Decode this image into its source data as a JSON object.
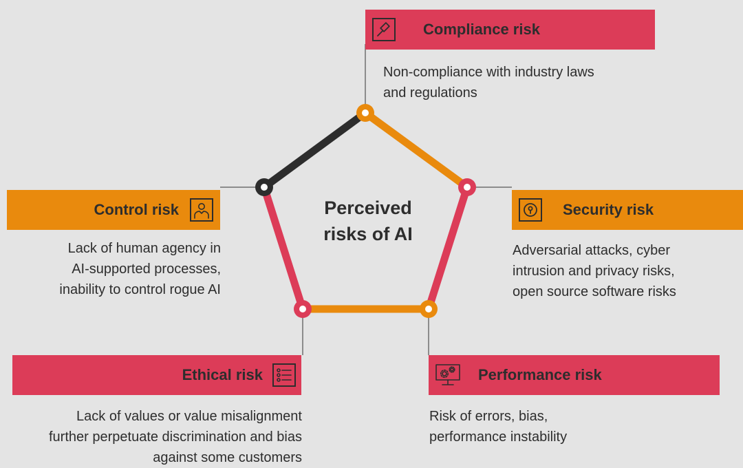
{
  "center": {
    "lines": [
      "Perceived",
      "risks of AI"
    ]
  },
  "colors": {
    "background": "#e4e4e4",
    "red": "#dc3c58",
    "orange": "#e98a0d",
    "dark": "#2d2d2d",
    "connector": "#8c8c8c"
  },
  "risks": {
    "compliance": {
      "title": "Compliance risk",
      "icon": "gavel-icon",
      "color": "red",
      "description": [
        "Non-compliance with industry laws",
        "and regulations"
      ]
    },
    "security": {
      "title": "Security risk",
      "icon": "lock-icon",
      "color": "orange",
      "description": [
        "Adversarial attacks, cyber",
        "intrusion and privacy risks,",
        "open source software risks"
      ]
    },
    "performance": {
      "title": "Performance risk",
      "icon": "monitor-gears-icon",
      "color": "red",
      "description": [
        "Risk of errors, bias,",
        "performance instability"
      ]
    },
    "ethical": {
      "title": "Ethical risk",
      "icon": "checklist-icon",
      "color": "red",
      "description": [
        "Lack of values or value misalignment",
        "further perpetuate discrimination and bias",
        "against some customers"
      ]
    },
    "control": {
      "title": "Control risk",
      "icon": "person-icon",
      "color": "orange",
      "description": [
        "Lack of human agency in",
        "AI-supported processes,",
        "inability to control rogue AI"
      ]
    }
  },
  "pentagon": {
    "edges": [
      {
        "from": "compliance",
        "to": "control",
        "color": "dark"
      },
      {
        "from": "compliance",
        "to": "security",
        "color": "orange"
      },
      {
        "from": "security",
        "to": "performance",
        "color": "red"
      },
      {
        "from": "performance",
        "to": "ethical",
        "color": "orange"
      },
      {
        "from": "ethical",
        "to": "control",
        "color": "red"
      }
    ],
    "nodes": [
      {
        "id": "compliance",
        "color": "orange"
      },
      {
        "id": "security",
        "color": "red"
      },
      {
        "id": "performance",
        "color": "orange"
      },
      {
        "id": "ethical",
        "color": "red"
      },
      {
        "id": "control",
        "color": "dark"
      }
    ]
  }
}
